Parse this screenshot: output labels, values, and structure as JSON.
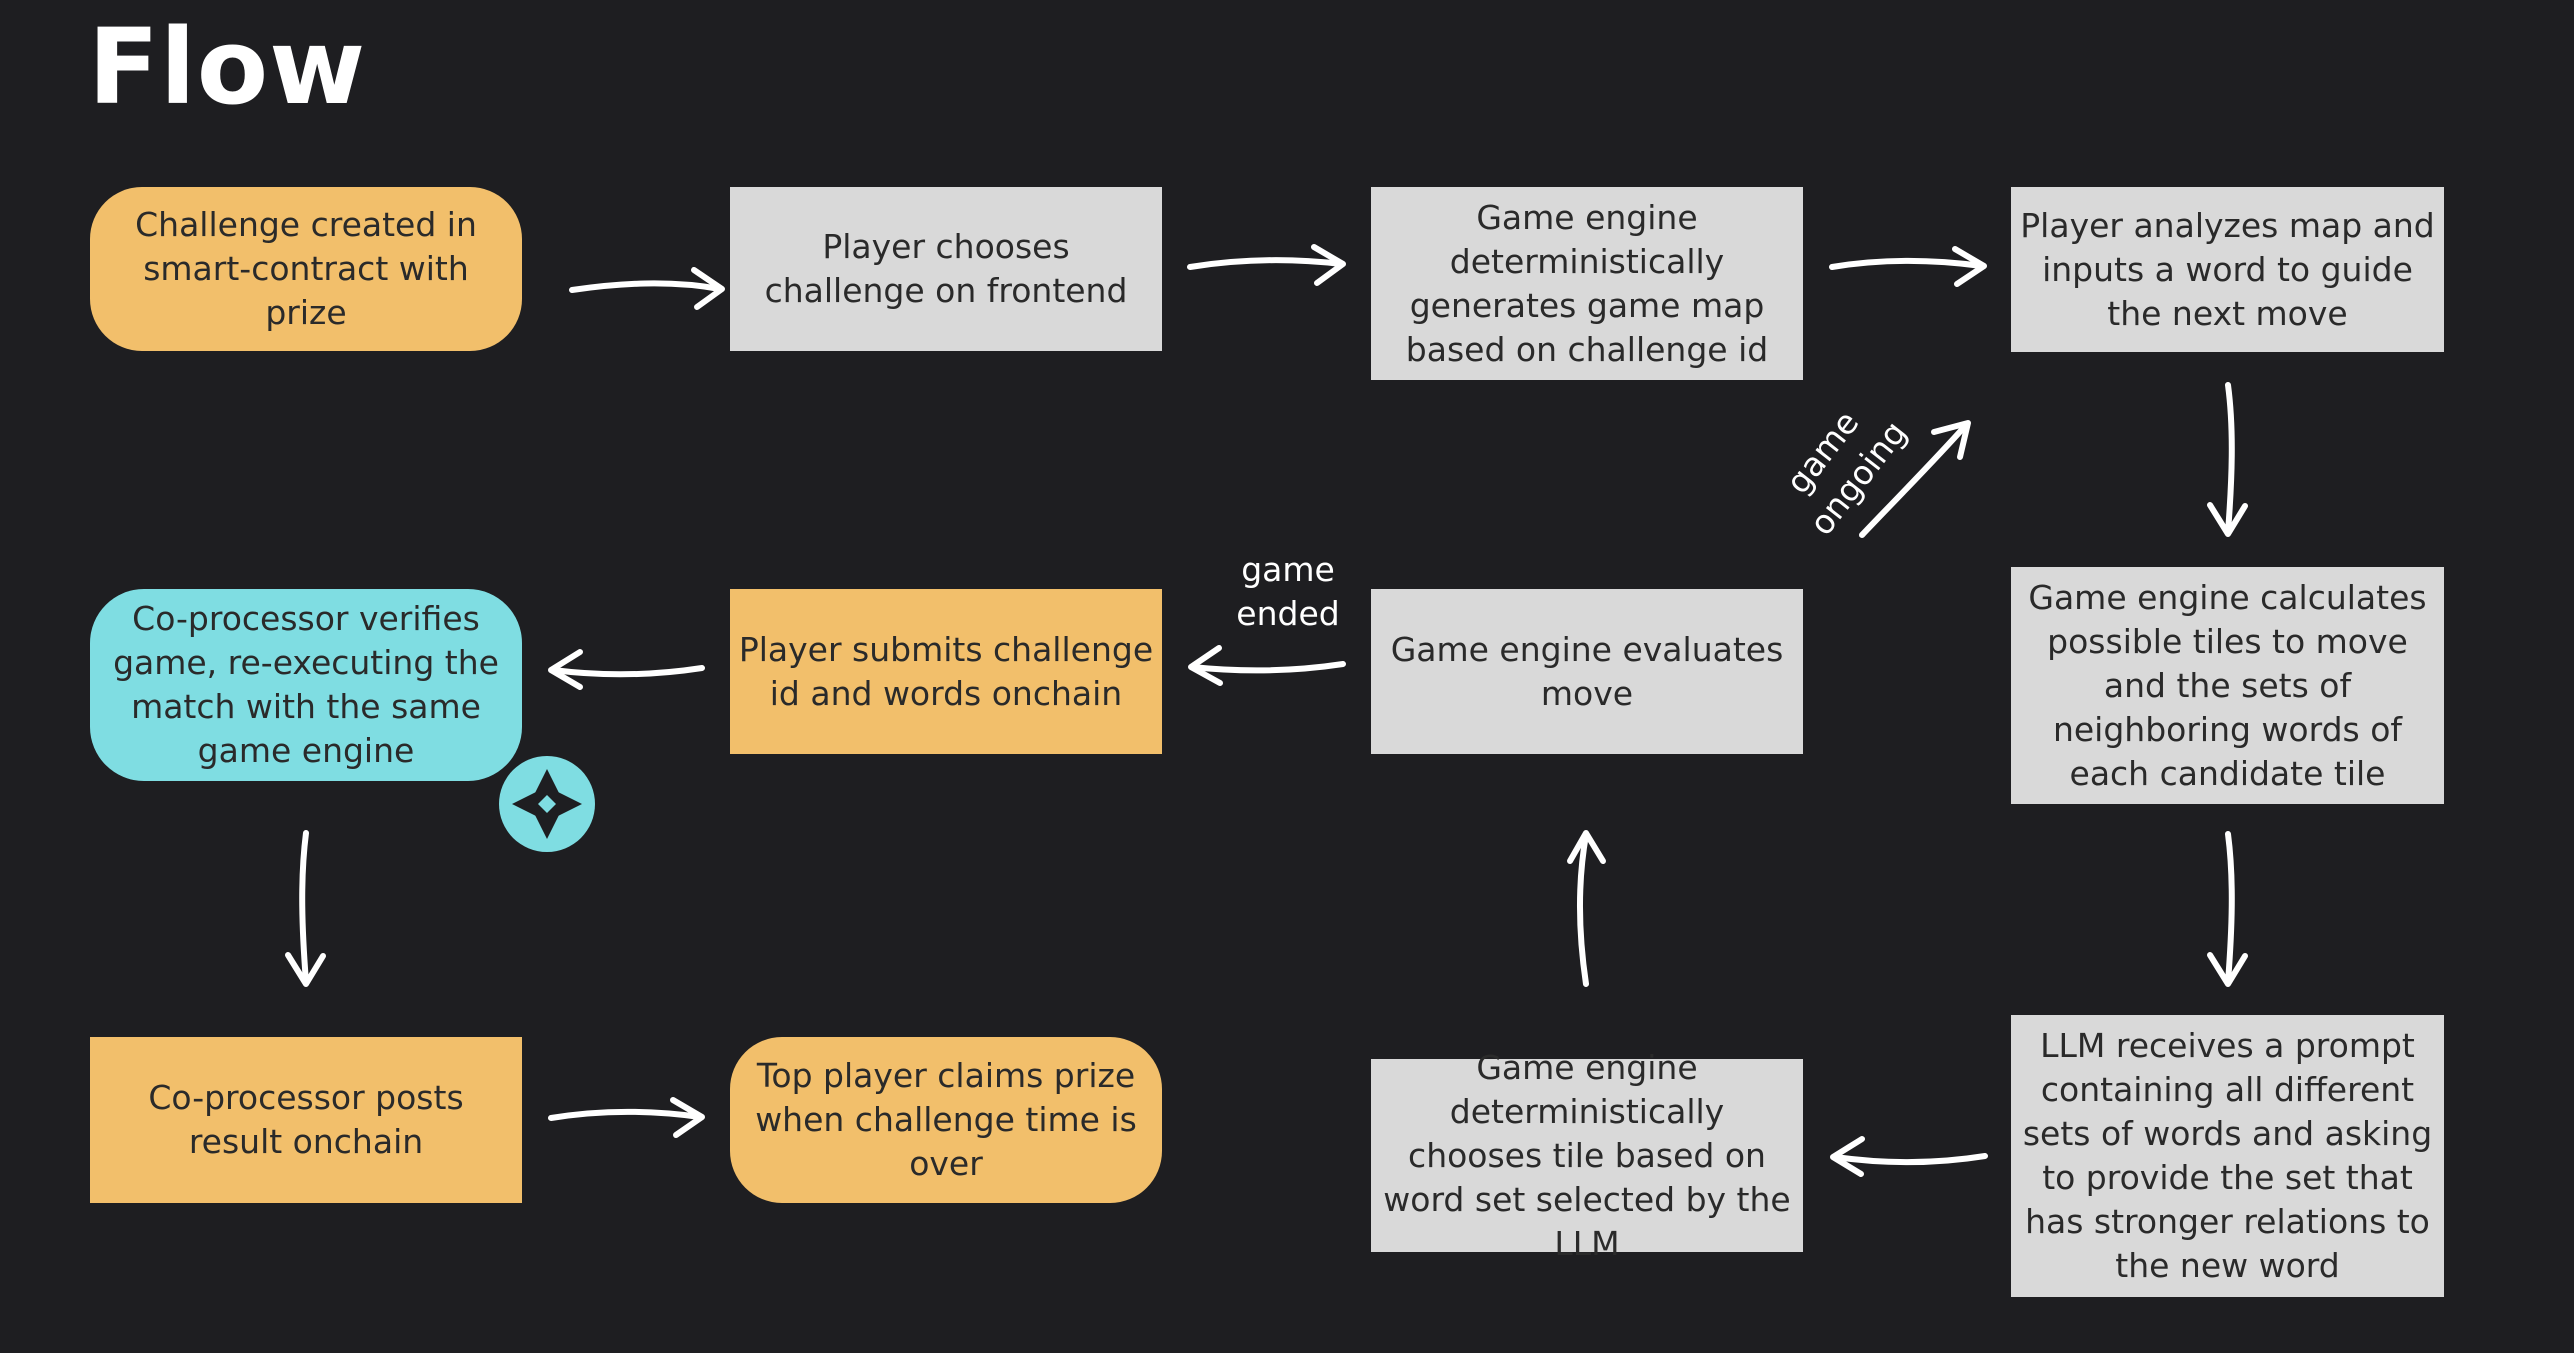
{
  "title": "Flow",
  "nodes": {
    "challenge_created": "Challenge created in smart-contract with prize",
    "player_chooses": "Player chooses challenge on frontend",
    "engine_generates": "Game engine deterministically generates game map based on challenge id",
    "player_analyzes": "Player analyzes map and inputs a word to guide the next move",
    "engine_calculates": "Game engine calculates possible tiles to move and the sets of neighboring words of each candidate tile",
    "llm_receives": "LLM receives a prompt containing all different sets of words and asking to provide the set that has stronger relations to the new word",
    "engine_chooses": "Game engine deterministically chooses tile based on word set selected by the LLM",
    "engine_evaluates": "Game engine evaluates move",
    "player_submits": "Player submits challenge id and words onchain",
    "coprocessor_verifies": "Co-processor verifies game, re-executing the match with the same game engine",
    "coprocessor_posts": "Co-processor posts result onchain",
    "top_player_claims": "Top player claims prize when challenge time is over"
  },
  "edge_labels": {
    "game_ongoing": "game ongoing",
    "game_ended": "game ended"
  },
  "icons": {
    "coprocessor_badge": "coprocessor-logo-icon"
  },
  "colors": {
    "background": "#1e1e21",
    "gray_box": "#d9d9d9",
    "orange_box": "#f2bf6b",
    "teal_box": "#7fdde2",
    "arrow": "#ffffff"
  }
}
